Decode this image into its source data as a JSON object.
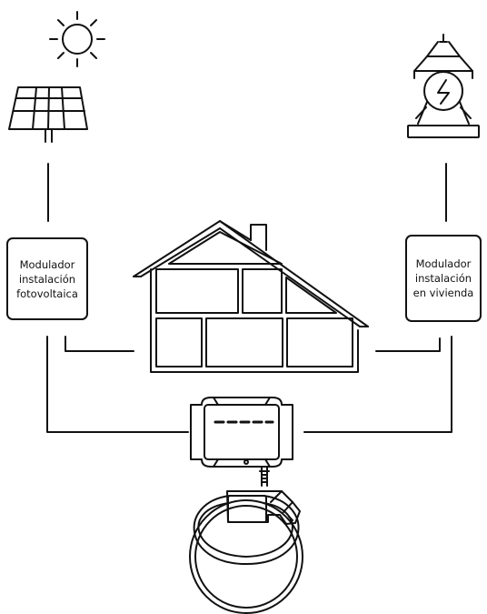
{
  "modulator_pv": {
    "label": "Modulador\ninstalación\nfotovoltaica"
  },
  "modulator_home": {
    "label": "Modulador\ninstalación\nen vivienda"
  },
  "charger": {
    "leds": 5
  },
  "colors": {
    "stroke": "#111111",
    "background": "#ffffff"
  }
}
